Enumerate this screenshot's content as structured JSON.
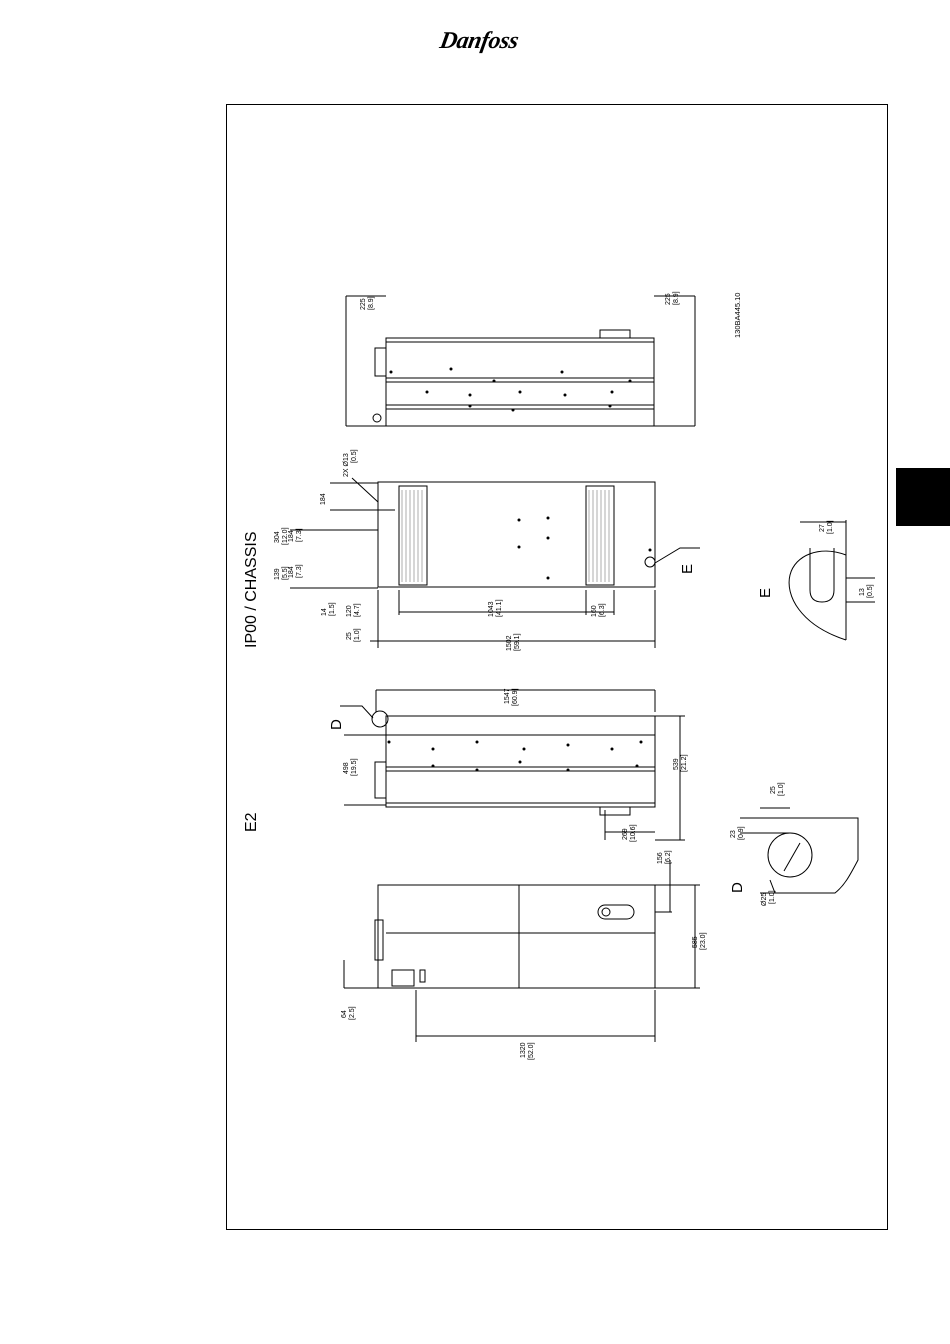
{
  "header": {
    "logo_text": "Danfoss"
  },
  "drawing": {
    "model_label": "E2",
    "enclosure_label": "IP00 / CHASSIS",
    "drawing_number": "130BA445.10",
    "detail_d_label": "D",
    "detail_e_label": "E",
    "dims": {
      "d225_left": "225",
      "d225_left_in": "[8.9]",
      "d225_right": "225",
      "d225_right_in": "[8.9]",
      "hole": "2X Ø13",
      "hole_in": "[0.5]",
      "d184a": "184",
      "d184a_in": "[7.3]",
      "d304": "304",
      "d304_in": "[12.0]",
      "d184b": "184",
      "d184b_in": "[7.3]",
      "d139": "139",
      "d139_in": "[5.5]",
      "d14": "14",
      "d14_in": "[1.5]",
      "d120": "120",
      "d120_in": "[4.7]",
      "d25": "25",
      "d25_in": "[1.0]",
      "d1043": "1043",
      "d1043_in": "[41.1]",
      "d160": "160",
      "d160_in": "[6.3]",
      "d1502": "1502",
      "d1502_in": "[59.1]",
      "d1547": "1547",
      "d1547_in": "[60.9]",
      "d498": "498",
      "d498_in": "[19.5]",
      "d539": "539",
      "d539_in": "[21.2]",
      "d269": "269",
      "d269_in": "[10.6]",
      "d156": "156",
      "d156_in": "[6.2]",
      "d585": "585",
      "d585_in": "[23.0]",
      "d64": "64",
      "d64_in": "[2.5]",
      "d1320": "1320",
      "d1320_in": "[52.0]",
      "e27": "27",
      "e27_in": "[1.0]",
      "e13": "13",
      "e13_in": "[0.5]",
      "dd25": "25",
      "dd25_in": "[1.0]",
      "dd23": "23",
      "dd23_in": "[0.9]",
      "ddia25": "Ø25",
      "ddia25_in": "[1.0]"
    }
  }
}
